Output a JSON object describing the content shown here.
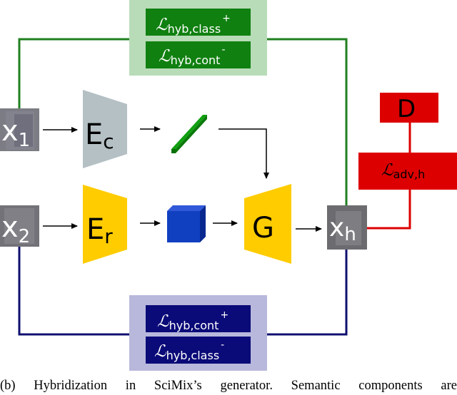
{
  "diagram": {
    "inputs": {
      "x1": {
        "base": "x",
        "sub": "1"
      },
      "x2": {
        "base": "x",
        "sub": "2"
      },
      "xh": {
        "base": "x",
        "sub": "h"
      }
    },
    "blocks": {
      "ec": {
        "base": "E",
        "sub": "c"
      },
      "er": {
        "base": "E",
        "sub": "r"
      },
      "g": "G",
      "d": "D"
    },
    "losses": {
      "top": [
        {
          "cal": "ℒ",
          "sub": "hyb,class",
          "sup": "+"
        },
        {
          "cal": "ℒ",
          "sub": "hyb,cont",
          "sup": "-"
        }
      ],
      "bottom": [
        {
          "cal": "ℒ",
          "sub": "hyb,cont",
          "sup": "+"
        },
        {
          "cal": "ℒ",
          "sub": "hyb,class",
          "sup": "-"
        }
      ],
      "adv": {
        "cal": "ℒ",
        "sub": "adv,h"
      }
    },
    "colors": {
      "green_line": "#208020",
      "green_panel": "#b8dcb8",
      "green_box": "#108010",
      "navy_line": "#101070",
      "navy_panel": "#b8b8dc",
      "navy_box": "#0a0a78",
      "red": "#dd0000",
      "encoder_gray": "#b4c0c4",
      "yellow": "#ffcc00",
      "cube_blue": "#1040c0",
      "bar_green": "#10a010"
    }
  },
  "caption": "(b) Hybridization in SciMix’s generator. Semantic components are"
}
